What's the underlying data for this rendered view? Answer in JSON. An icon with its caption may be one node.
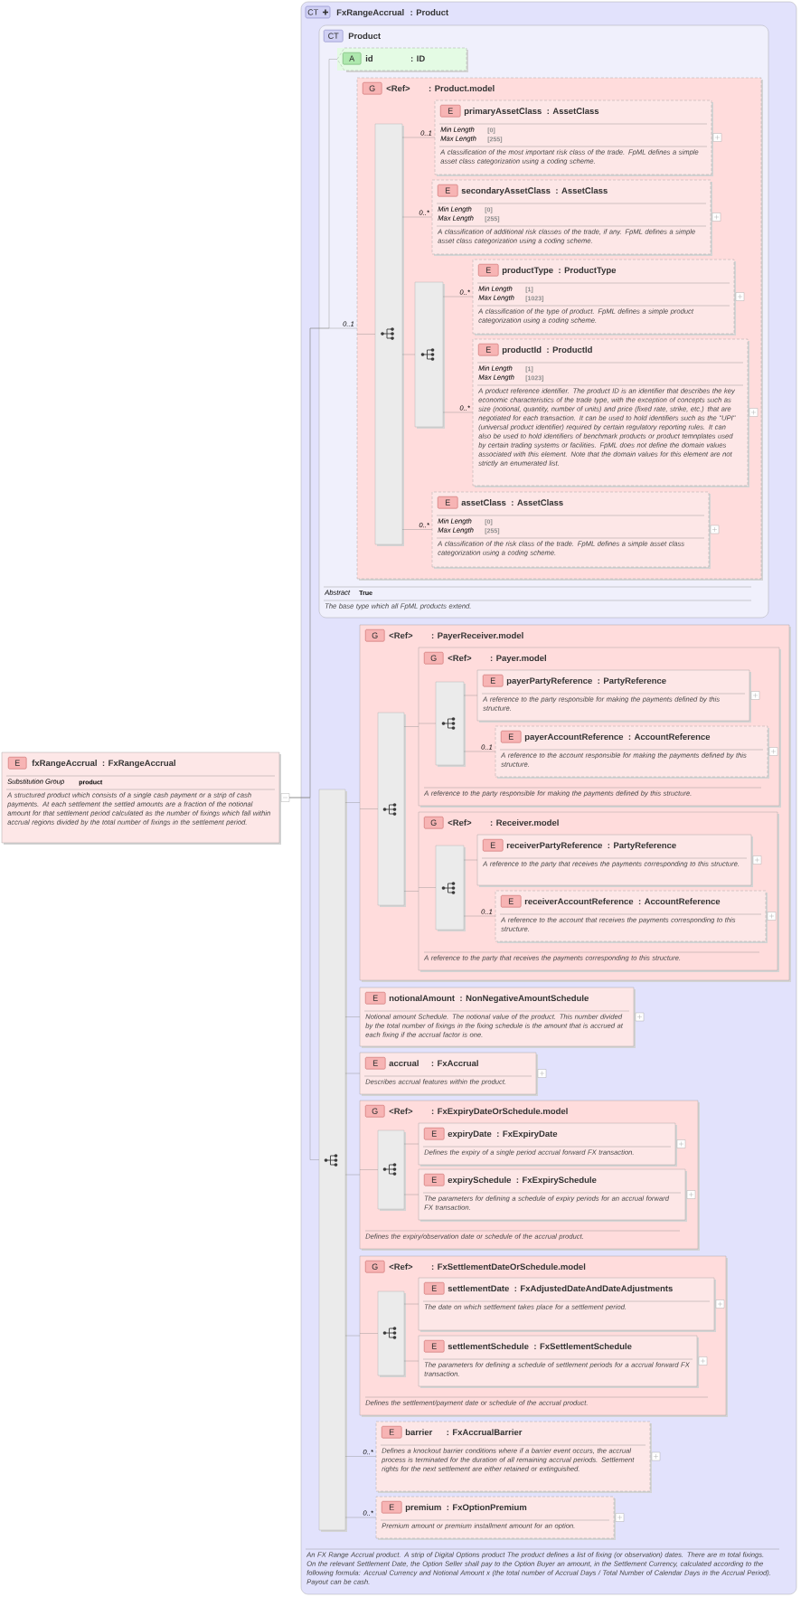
{
  "diagram": {
    "nodes": [
      {
        "text": [
          "E",
          "fxRangeAccrual",
          ": FxRangeAccrual",
          "Substitution Group",
          "product",
          "A structured product which consists of a single cash payment or a strip of cash payments. At each settlement the settled amounts are a fraction of the notional amount for that settlement period calculated as the number of fixings which fall within accrual regions divided by the total number of fixings in the settlement period."
        ]
      },
      {
        "text": [
          "CT",
          "FxRangeAccrual",
          ": Product",
          "An FX Range Accrual product. A strip of Digital Options product The product defines a list of fixing (or observation) dates. There are m total fixings. On the relevant Settlement Date, the Option Seller shall pay to the Option Buyer an amount, in the Settlement Currency, calculated according to the following formula: Accrual Currency and Notional Amount x (the total number of Accrual Days / Total Number of Calendar Days in the Accrual Period). Payout can be cash."
        ]
      },
      {
        "text": [
          "CT",
          "Product",
          "Abstract",
          "True",
          "The base type which all FpML products extend."
        ],
        "in": 1
      },
      {
        "text": [
          "A",
          "id",
          ": ID"
        ],
        "in": 2
      },
      {
        "text": [
          "G",
          "<Ref>",
          ": Product.model"
        ],
        "in": 2
      },
      {
        "text": [],
        "shape": "bar",
        "in": 4
      },
      {
        "text": [
          "E",
          "primaryAssetClass",
          ": AssetClass",
          "Min Length",
          "[0]",
          "Max Length",
          "[255]",
          "A classification of the most important risk class of the trade. FpML defines a simple asset class categorization using a coding scheme."
        ],
        "in": 4
      },
      {
        "text": [
          "E",
          "secondaryAssetClass",
          ": AssetClass",
          "Min Length",
          "[0]",
          "Max Length",
          "[255]",
          "A classification of additional risk classes of the trade, if any. FpML defines a simple asset class categorization using a coding scheme."
        ],
        "in": 4
      },
      {
        "text": [],
        "shape": "bar",
        "in": 4
      },
      {
        "text": [
          "E",
          "productType",
          ": ProductType",
          "Min Length",
          "[1]",
          "Max Length",
          "[1023]",
          "A classification of the type of product. FpML defines a simple product categorization using a coding scheme."
        ],
        "in": 4
      },
      {
        "text": [
          "E",
          "productId",
          ": ProductId",
          "Min Length",
          "[1]",
          "Max Length",
          "[1023]",
          "A product reference identifier. The product ID is an identifier that describes the key economic characteristics of the trade type, with the exception of concepts such as size (notional, quantity, number of units) and price (fixed rate, strike, etc.) that are negotiated for each transaction. It can be used to hold identifiers such as the \"UPI\" (universal product identifier) required by certain regulatory reporting rules. It can also be used to hold identifiers of benchmark products or product temnplates used by certain trading systems or facilities. FpML does not define the domain values associated with this element. Note that the domain values for this element are not strictly an enumerated list."
        ],
        "in": 4
      },
      {
        "text": [
          "E",
          "assetClass",
          ": AssetClass",
          "Min Length",
          "[0]",
          "Max Length",
          "[255]",
          "A classification of the risk class of the trade. FpML defines a simple asset class categorization using a coding scheme."
        ],
        "in": 4
      },
      {
        "text": [],
        "shape": "bar",
        "in": 1
      },
      {
        "text": [
          "G",
          "<Ref>",
          ": PayerReceiver.model"
        ],
        "in": 1
      },
      {
        "text": [],
        "shape": "bar",
        "in": 13
      },
      {
        "text": [
          "G",
          "<Ref>",
          ": Payer.model",
          "A reference to the party responsible for making the payments defined by this structure."
        ],
        "in": 13
      },
      {
        "text": [],
        "shape": "bar",
        "in": 15
      },
      {
        "text": [
          "E",
          "payerPartyReference",
          ": PartyReference",
          "A reference to the party responsible for making the payments defined by this structure."
        ],
        "in": 15
      },
      {
        "text": [
          "E",
          "payerAccountReference",
          ": AccountReference",
          "A reference to the account responsible for making the payments defined by this structure."
        ],
        "in": 15
      },
      {
        "text": [
          "G",
          "<Ref>",
          ": Receiver.model",
          "A reference to the party that receives the payments corresponding to this structure."
        ],
        "in": 13
      },
      {
        "text": [],
        "shape": "bar",
        "in": 19
      },
      {
        "text": [
          "E",
          "receiverPartyReference",
          ": PartyReference",
          "A reference to the party that receives the payments corresponding to this structure."
        ],
        "in": 19
      },
      {
        "text": [
          "E",
          "receiverAccountReference",
          ": AccountReference",
          "A reference to the account that receives the payments corresponding to this structure."
        ],
        "in": 19
      },
      {
        "text": [
          "E",
          "notionalAmount",
          ": NonNegativeAmountSchedule",
          "Notional amount Schedule. The notional value of the product. This number divided by the total number of fixings in the fixing schedule is the amount that is accrued at each fixing if the accrual factor is one."
        ],
        "in": 1
      },
      {
        "text": [
          "E",
          "accrual",
          ": FxAccrual",
          "Describes accrual features within the product."
        ],
        "in": 1
      },
      {
        "text": [
          "G",
          "<Ref>",
          ": FxExpiryDateOrSchedule.model",
          "Defines the expiry/observation date or schedule of the accrual product."
        ],
        "in": 1
      },
      {
        "text": [],
        "shape": "bar",
        "in": 25
      },
      {
        "text": [
          "E",
          "expiryDate",
          ": FxExpiryDate",
          "Defines the expiry of a single period accrual forward FX transaction."
        ],
        "in": 25
      },
      {
        "text": [
          "E",
          "expirySchedule",
          ": FxExpirySchedule",
          "The parameters for defining a schedule of expiry periods for an accrual forward FX transaction."
        ],
        "in": 25
      },
      {
        "text": [
          "G",
          "<Ref>",
          ": FxSettlementDateOrSchedule.model",
          "Defines the settlement/payment date or schedule of the accrual product."
        ],
        "in": 1
      },
      {
        "text": [],
        "shape": "bar",
        "in": 29
      },
      {
        "text": [
          "E",
          "settlementDate",
          ": FxAdjustedDateAndDateAdjustments",
          "The date on which settlement takes place for a settlement period."
        ],
        "in": 29
      },
      {
        "text": [
          "E",
          "settlementSchedule",
          ": FxSettlementSchedule",
          "The parameters for defining a schedule of settlement periods for a accrual forward FX transaction."
        ],
        "in": 29
      },
      {
        "text": [
          "E",
          "barrier",
          ": FxAccrualBarrier",
          "Defines a knockout barrier conditions where if a barrier event occurs, the accrual process is terminated for the duration of all remaining accrual periods. Settlement rights for the next settlement are either retained or extinguished."
        ],
        "in": 1
      },
      {
        "text": [
          "E",
          "premium",
          ": FxOptionPremium",
          "Premium amount or premium installment amount for an option."
        ],
        "in": 1
      }
    ],
    "edges": [
      {
        "from": 0,
        "to": 3,
        "arrow": "none"
      },
      {
        "from": 0,
        "to": 4,
        "arrow": "none",
        "label": "0..1"
      },
      {
        "from": 0,
        "to": 12,
        "arrow": "none"
      },
      {
        "from": 4,
        "to": 5,
        "arrow": "none"
      },
      {
        "from": 5,
        "to": 6,
        "arrow": "none",
        "label": "0..1"
      },
      {
        "from": 5,
        "to": 7,
        "arrow": "none",
        "label": "0..*"
      },
      {
        "from": 5,
        "to": 8,
        "arrow": "none"
      },
      {
        "from": 8,
        "to": 9,
        "arrow": "none",
        "label": "0..*"
      },
      {
        "from": 8,
        "to": 10,
        "arrow": "none",
        "label": "0..*"
      },
      {
        "from": 5,
        "to": 11,
        "arrow": "none",
        "label": "0..*"
      },
      {
        "from": 12,
        "to": 13,
        "arrow": "none"
      },
      {
        "from": 13,
        "to": 14,
        "arrow": "none"
      },
      {
        "from": 14,
        "to": 15,
        "arrow": "none"
      },
      {
        "from": 14,
        "to": 19,
        "arrow": "none"
      },
      {
        "from": 15,
        "to": 16,
        "arrow": "none"
      },
      {
        "from": 16,
        "to": 17,
        "arrow": "none"
      },
      {
        "from": 16,
        "to": 18,
        "arrow": "none",
        "label": "0..1"
      },
      {
        "from": 19,
        "to": 20,
        "arrow": "none"
      },
      {
        "from": 20,
        "to": 21,
        "arrow": "none"
      },
      {
        "from": 20,
        "to": 22,
        "arrow": "none",
        "label": "0..1"
      },
      {
        "from": 12,
        "to": 23,
        "arrow": "none"
      },
      {
        "from": 12,
        "to": 24,
        "arrow": "none"
      },
      {
        "from": 12,
        "to": 25,
        "arrow": "none"
      },
      {
        "from": 25,
        "to": 26,
        "arrow": "none"
      },
      {
        "from": 26,
        "to": 27,
        "arrow": "none"
      },
      {
        "from": 26,
        "to": 28,
        "arrow": "none"
      },
      {
        "from": 12,
        "to": 29,
        "arrow": "none"
      },
      {
        "from": 29,
        "to": 30,
        "arrow": "none"
      },
      {
        "from": 30,
        "to": 31,
        "arrow": "none"
      },
      {
        "from": 30,
        "to": 32,
        "arrow": "none"
      },
      {
        "from": 12,
        "to": 33,
        "arrow": "none",
        "label": "0..*"
      },
      {
        "from": 12,
        "to": 34,
        "arrow": "none",
        "label": "0..*"
      }
    ]
  }
}
